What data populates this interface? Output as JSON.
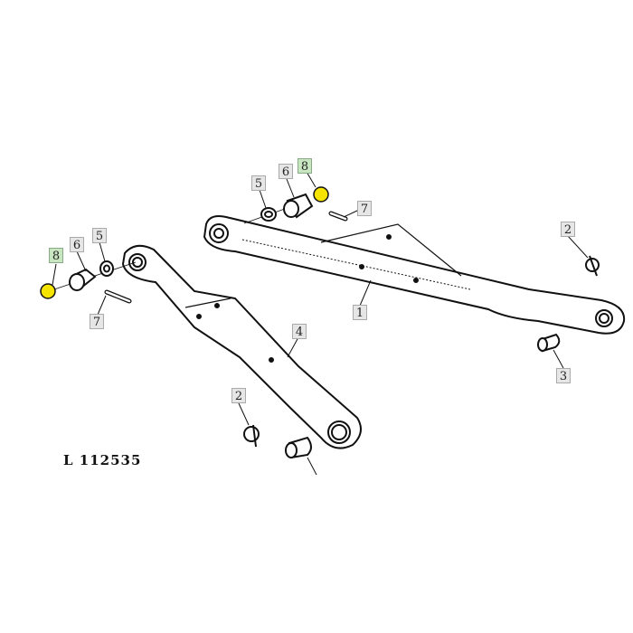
{
  "diagram": {
    "reference": "L 112535",
    "callouts": [
      "8",
      "6",
      "5",
      "7",
      "5",
      "6",
      "8",
      "7",
      "2",
      "1",
      "3",
      "4",
      "2"
    ],
    "highlight_color": "#f5e400",
    "highlight_label_color": "#c8e6c0"
  }
}
